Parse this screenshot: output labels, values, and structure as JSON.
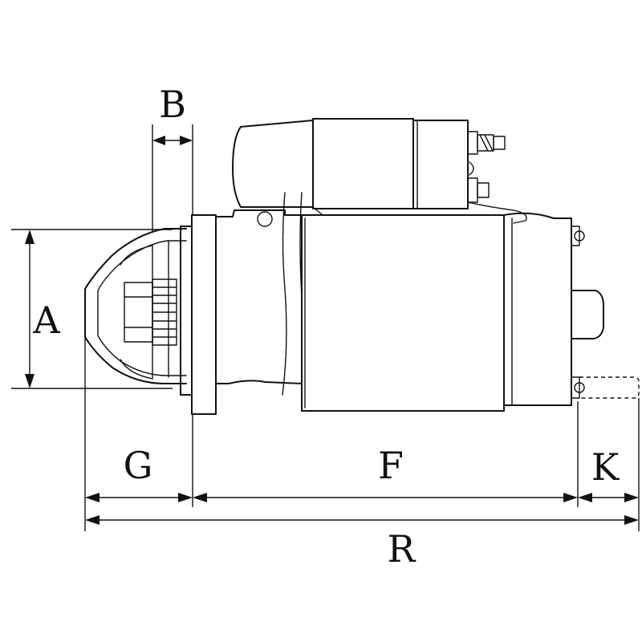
{
  "labels": {
    "a": "A",
    "b": "B",
    "g": "G",
    "f": "F",
    "k": "K",
    "r": "R"
  },
  "colors": {
    "stroke": "#111111",
    "background": "#ffffff"
  }
}
